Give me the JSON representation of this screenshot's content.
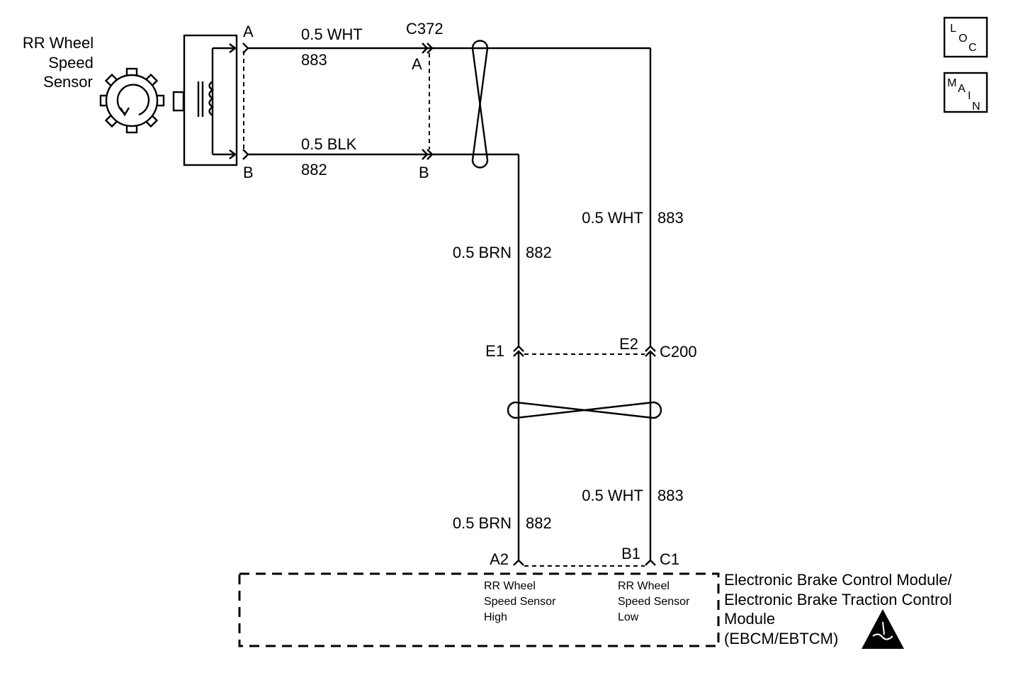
{
  "sensor": {
    "name_line1": "RR Wheel",
    "name_line2": "Speed",
    "name_line3": "Sensor",
    "terminal_a": "A",
    "terminal_b": "B"
  },
  "wires": {
    "top_color": "0.5 WHT",
    "top_circuit": "883",
    "bottom_color": "0.5 BLK",
    "bottom_circuit": "882",
    "brn_color": "0.5 BRN",
    "brn_circuit": "882",
    "wht_color": "0.5 WHT",
    "wht_circuit": "883"
  },
  "connector_c372": {
    "name": "C372",
    "pin_a": "A",
    "pin_b": "B"
  },
  "connector_c200": {
    "name": "C200",
    "pin_e1": "E1",
    "pin_e2": "E2"
  },
  "module": {
    "pin_a2": "A2",
    "pin_b1": "B1",
    "pin_c1": "C1",
    "high_line1": "RR Wheel",
    "high_line2": "Speed Sensor",
    "high_line3": "High",
    "low_line1": "RR Wheel",
    "low_line2": "Speed Sensor",
    "low_line3": "Low",
    "title_line1": "Electronic Brake Control Module/",
    "title_line2": "Electronic Brake Traction Control",
    "title_line3": "Module",
    "title_line4": "(EBCM/EBTCM)",
    "esd_icon": "esd-warning-icon"
  },
  "nav": {
    "loc_l": "L",
    "loc_o": "O",
    "loc_c": "C",
    "main_m": "M",
    "main_a": "A",
    "main_i": "I",
    "main_n": "N"
  }
}
